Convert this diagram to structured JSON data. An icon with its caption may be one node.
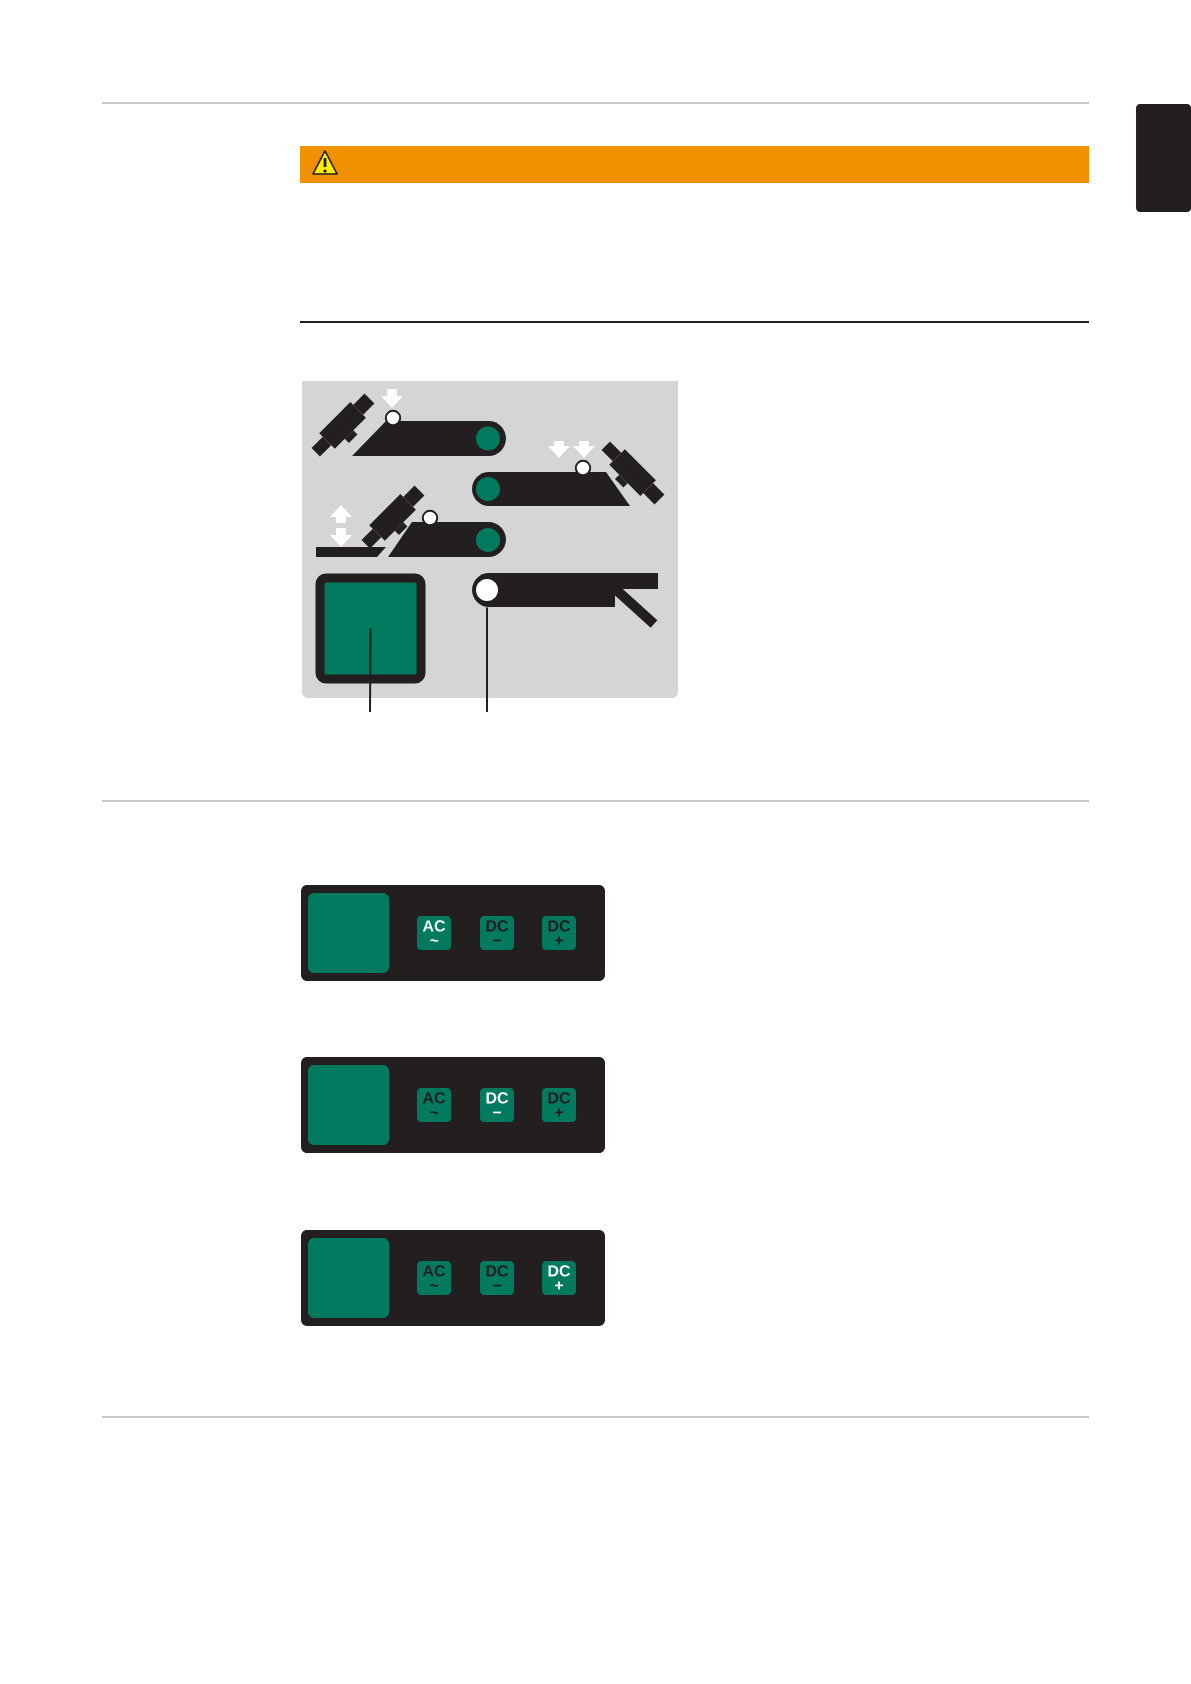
{
  "diagram": {
    "nodes": [
      {
        "text": [],
        "shape": "box"
      },
      {
        "text": [],
        "shape": "bar"
      },
      {
        "text": [],
        "shape": "bar"
      },
      {
        "text": [],
        "shape": "bar"
      },
      {
        "text": [],
        "shape": "box"
      },
      {
        "text": [],
        "shape": "bar"
      },
      {
        "text": [],
        "shape": "box"
      },
      {
        "text": [
          "AC ~"
        ]
      },
      {
        "text": [
          "DC −"
        ]
      },
      {
        "text": [
          "DC +"
        ]
      },
      {
        "text": [],
        "shape": "box"
      },
      {
        "text": [
          "AC ~"
        ]
      },
      {
        "text": [
          "DC −"
        ]
      },
      {
        "text": [
          "DC +"
        ]
      },
      {
        "text": [],
        "shape": "box"
      },
      {
        "text": [
          "AC ~"
        ]
      },
      {
        "text": [
          "DC −"
        ]
      },
      {
        "text": [
          "DC +"
        ]
      }
    ],
    "edges": [
      {
        "from": null,
        "to": 4,
        "arrow": "none"
      },
      {
        "from": null,
        "to": 5,
        "arrow": "none"
      }
    ]
  }
}
